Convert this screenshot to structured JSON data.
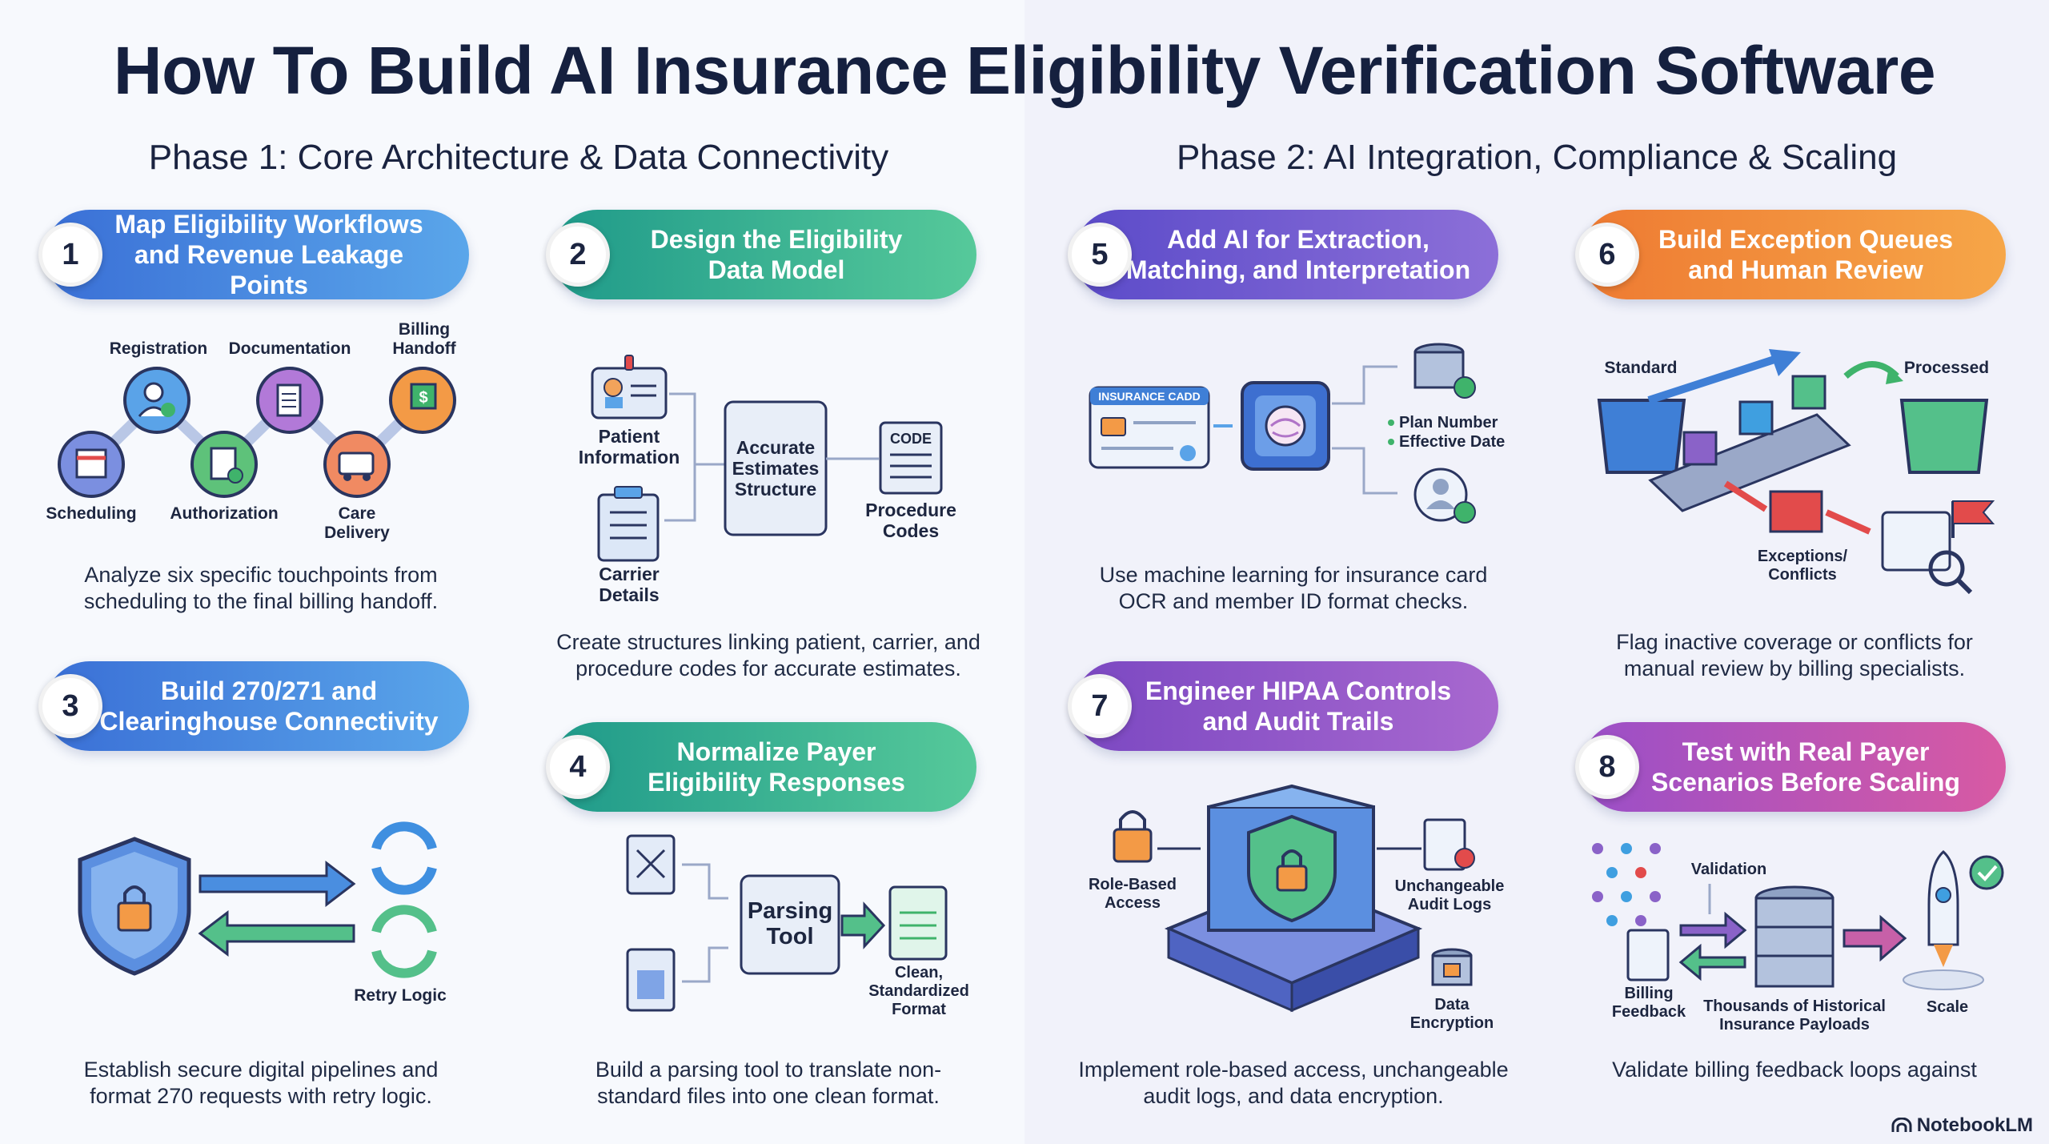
{
  "title": "How To Build AI Insurance Eligibility Verification Software",
  "phase1": "Phase 1: Core Architecture & Data Connectivity",
  "phase2": "Phase 2: AI Integration, Compliance & Scaling",
  "steps": [
    {
      "num": "1",
      "line1": "Map Eligibility Workflows",
      "line2": "and Revenue Leakage Points",
      "caption1": "Analyze six specific touchpoints from",
      "caption2": "scheduling to the final billing handoff.",
      "labels": [
        "Registration",
        "Documentation",
        "Billing",
        "Handoff",
        "Scheduling",
        "Authorization",
        "Care",
        "Delivery"
      ]
    },
    {
      "num": "2",
      "line1": "Design the Eligibility",
      "line2": "Data Model",
      "caption1": "Create structures linking patient, carrier, and",
      "caption2": "procedure codes for accurate estimates.",
      "labels": [
        "Patient",
        "Information",
        "Accurate",
        "Estimates",
        "Structure",
        "CODE",
        "Procedure",
        "Codes",
        "Carrier",
        "Details"
      ]
    },
    {
      "num": "3",
      "line1": "Build 270/271 and",
      "line2": "Clearinghouse Connectivity",
      "caption1": "Establish secure digital pipelines and",
      "caption2": "format 270 requests with retry logic.",
      "labels": [
        "Retry Logic"
      ]
    },
    {
      "num": "4",
      "line1": "Normalize Payer",
      "line2": "Eligibility Responses",
      "caption1": "Build a parsing tool to translate non-",
      "caption2": "standard files into one clean format.",
      "labels": [
        "Parsing",
        "Tool",
        "Clean,",
        "Standardized",
        "Format"
      ]
    },
    {
      "num": "5",
      "line1": "Add AI for Extraction,",
      "line2": "Matching, and Interpretation",
      "caption1": "Use machine learning for insurance card",
      "caption2": "OCR and member ID format checks.",
      "labels": [
        "INSURANCE CADD",
        "Plan Number",
        "Effective Date"
      ]
    },
    {
      "num": "6",
      "line1": "Build Exception Queues",
      "line2": "and Human Review",
      "caption1": "Flag inactive coverage or conflicts for",
      "caption2": "manual review by billing specialists.",
      "labels": [
        "Standard",
        "Processed",
        "Exceptions/",
        "Conflicts"
      ]
    },
    {
      "num": "7",
      "line1": "Engineer HIPAA Controls",
      "line2": "and Audit Trails",
      "caption1": "Implement role-based access, unchangeable",
      "caption2": "audit logs, and data encryption.",
      "labels": [
        "Role-Based",
        "Access",
        "Unchangeable",
        "Audit Logs",
        "Data",
        "Encryption"
      ]
    },
    {
      "num": "8",
      "line1": "Test with Real Payer",
      "line2": "Scenarios Before Scaling",
      "caption1": "Validate billing feedback loops against",
      "caption2": "",
      "labels": [
        "Validation",
        "Billing",
        "Feedback",
        "Thousands of Historical",
        "Insurance Payloads",
        "Scale"
      ]
    }
  ],
  "brand": "NotebookLM",
  "colors": {
    "blue": "#3a6fd6",
    "teal": "#1f9a8a",
    "purple": "#5b4bc9",
    "orange": "#ee7a32",
    "violet": "#7b48c2",
    "magenta": "#d85aa3"
  }
}
